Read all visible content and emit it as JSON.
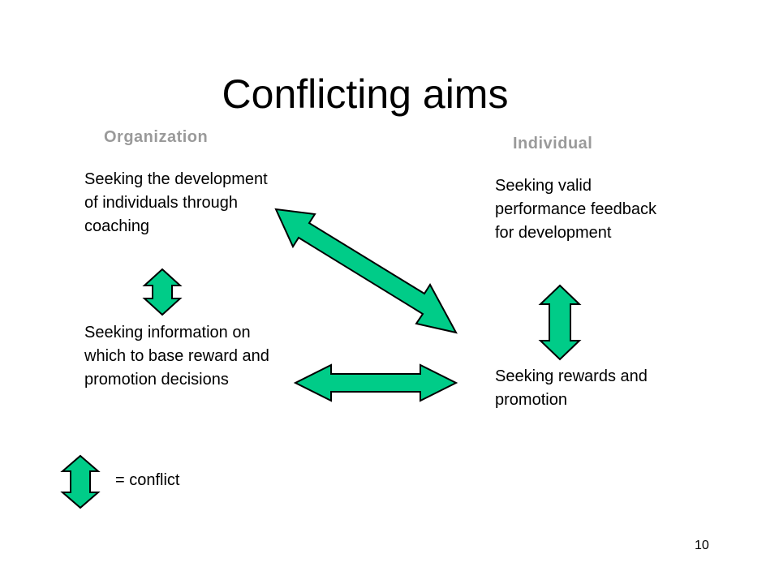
{
  "slide": {
    "title": "Conflicting aims",
    "page_number": "10"
  },
  "columns": {
    "organization": {
      "heading": "Organization",
      "aim_top": "Seeking the development of individuals through coaching",
      "aim_bottom": "Seeking information on which to base reward and promotion decisions"
    },
    "individual": {
      "heading": "Individual",
      "aim_top": "Seeking valid performance feedback for development",
      "aim_bottom": "Seeking rewards and promotion"
    }
  },
  "legend": {
    "label": "= conflict"
  },
  "colors": {
    "arrow_fill": "#00cc88",
    "heading_text": "#9a9a9a"
  }
}
